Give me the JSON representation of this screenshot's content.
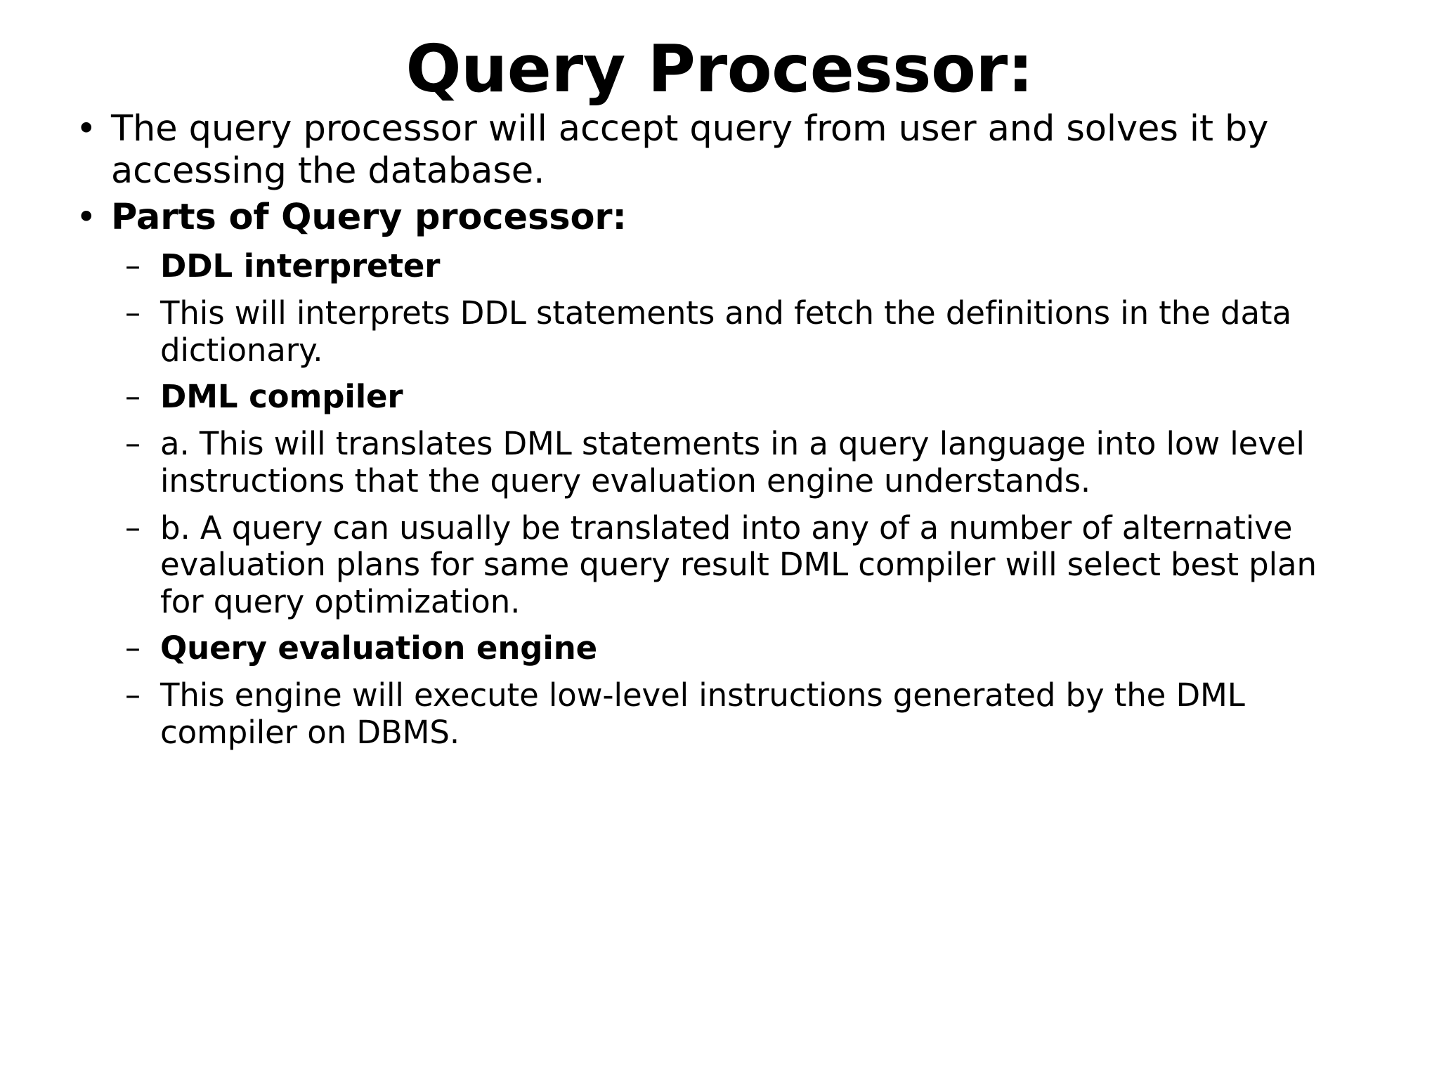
{
  "slide": {
    "title": "Query Processor:",
    "bullets": [
      {
        "level": 1,
        "marker": "•",
        "bold": false,
        "text": "The query processor will accept query from user and solves it by accessing the database."
      },
      {
        "level": 1,
        "marker": "•",
        "bold": true,
        "text": "Parts of Query processor:"
      },
      {
        "level": 2,
        "marker": "–",
        "bold": true,
        "text": "DDL interpreter"
      },
      {
        "level": 2,
        "marker": "–",
        "bold": false,
        "text": "This will interprets DDL statements and fetch the definitions in the data dictionary."
      },
      {
        "level": 2,
        "marker": "–",
        "bold": true,
        "text": "DML compiler"
      },
      {
        "level": 2,
        "marker": "–",
        "bold": false,
        "text": "a. This will translates DML statements in a query language into low level instructions that the query evaluation engine understands."
      },
      {
        "level": 2,
        "marker": "–",
        "bold": false,
        "text": "b. A query can usually be translated into any of a number of alternative evaluation plans for same query result DML compiler will select best plan for query optimization."
      },
      {
        "level": 2,
        "marker": "–",
        "bold": true,
        "text": "Query evaluation engine"
      },
      {
        "level": 2,
        "marker": "–",
        "bold": false,
        "text": "This engine will execute low-level instructions generated by the DML compiler on DBMS."
      }
    ]
  }
}
